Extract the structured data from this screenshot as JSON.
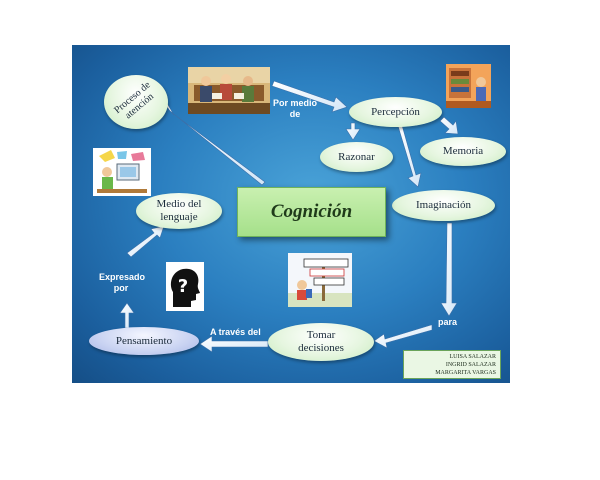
{
  "diagram": {
    "center": "Cognición",
    "nodes": {
      "proceso": "Proceso de atención",
      "percepcion": "Percepción",
      "razonar": "Razonar",
      "memoria": "Memoria",
      "imaginacion": "Imaginación",
      "lenguaje": "Medio del lenguaje",
      "tomar": "Tomar decisiones",
      "pensamiento": "Pensamiento"
    },
    "edge_labels": {
      "por_medio": "Por medio de",
      "expresado": "Expresado por",
      "a_traves": "A través del",
      "para": "para"
    },
    "authors": [
      "LUISA SALAZAR",
      "INGRID SALAZAR",
      "MARGARITA VARGAS"
    ]
  },
  "colors": {
    "background": "#2b7fc0",
    "node_fill": "#e6f6e0",
    "center_fill": "#a5e08a",
    "arrow": "#ffffff"
  },
  "illustrations": [
    "people-reading-picture",
    "library-picture",
    "child-at-computer-picture",
    "child-at-signpost-picture",
    "head-question-mark-icon"
  ]
}
